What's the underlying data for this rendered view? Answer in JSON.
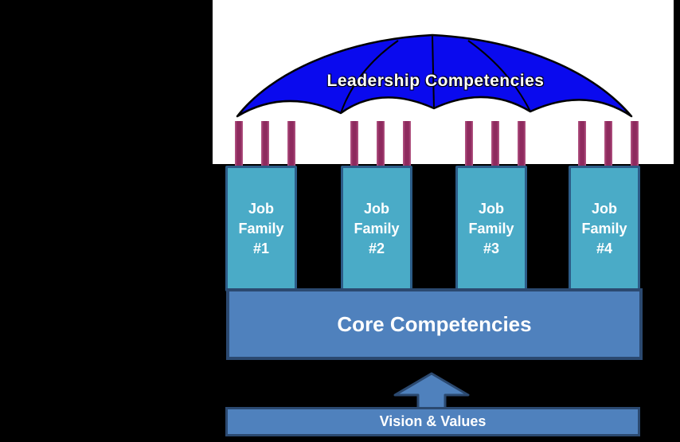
{
  "umbrella_label": "Leadership Competencies",
  "core_label": "Core Competencies",
  "vision_label": "Vision & Values",
  "job_families": [
    {
      "label": "Job Family #1"
    },
    {
      "label": "Job Family #2"
    },
    {
      "label": "Job Family #3"
    },
    {
      "label": "Job Family #4"
    }
  ],
  "colors": {
    "canvas-bg": "#000000",
    "backdrop": "#ffffff",
    "umbrella-fill": "#0a0aee",
    "umbrella-stroke": "#000000",
    "pillar-fill": "#8e2a5e",
    "pillar-edge": "#b75a88",
    "family-fill": "#4aabc7",
    "family-border": "#2c5c88",
    "bar-fill": "#4f81bd",
    "bar-border": "#2b4970",
    "label-color": "#ffffff"
  }
}
